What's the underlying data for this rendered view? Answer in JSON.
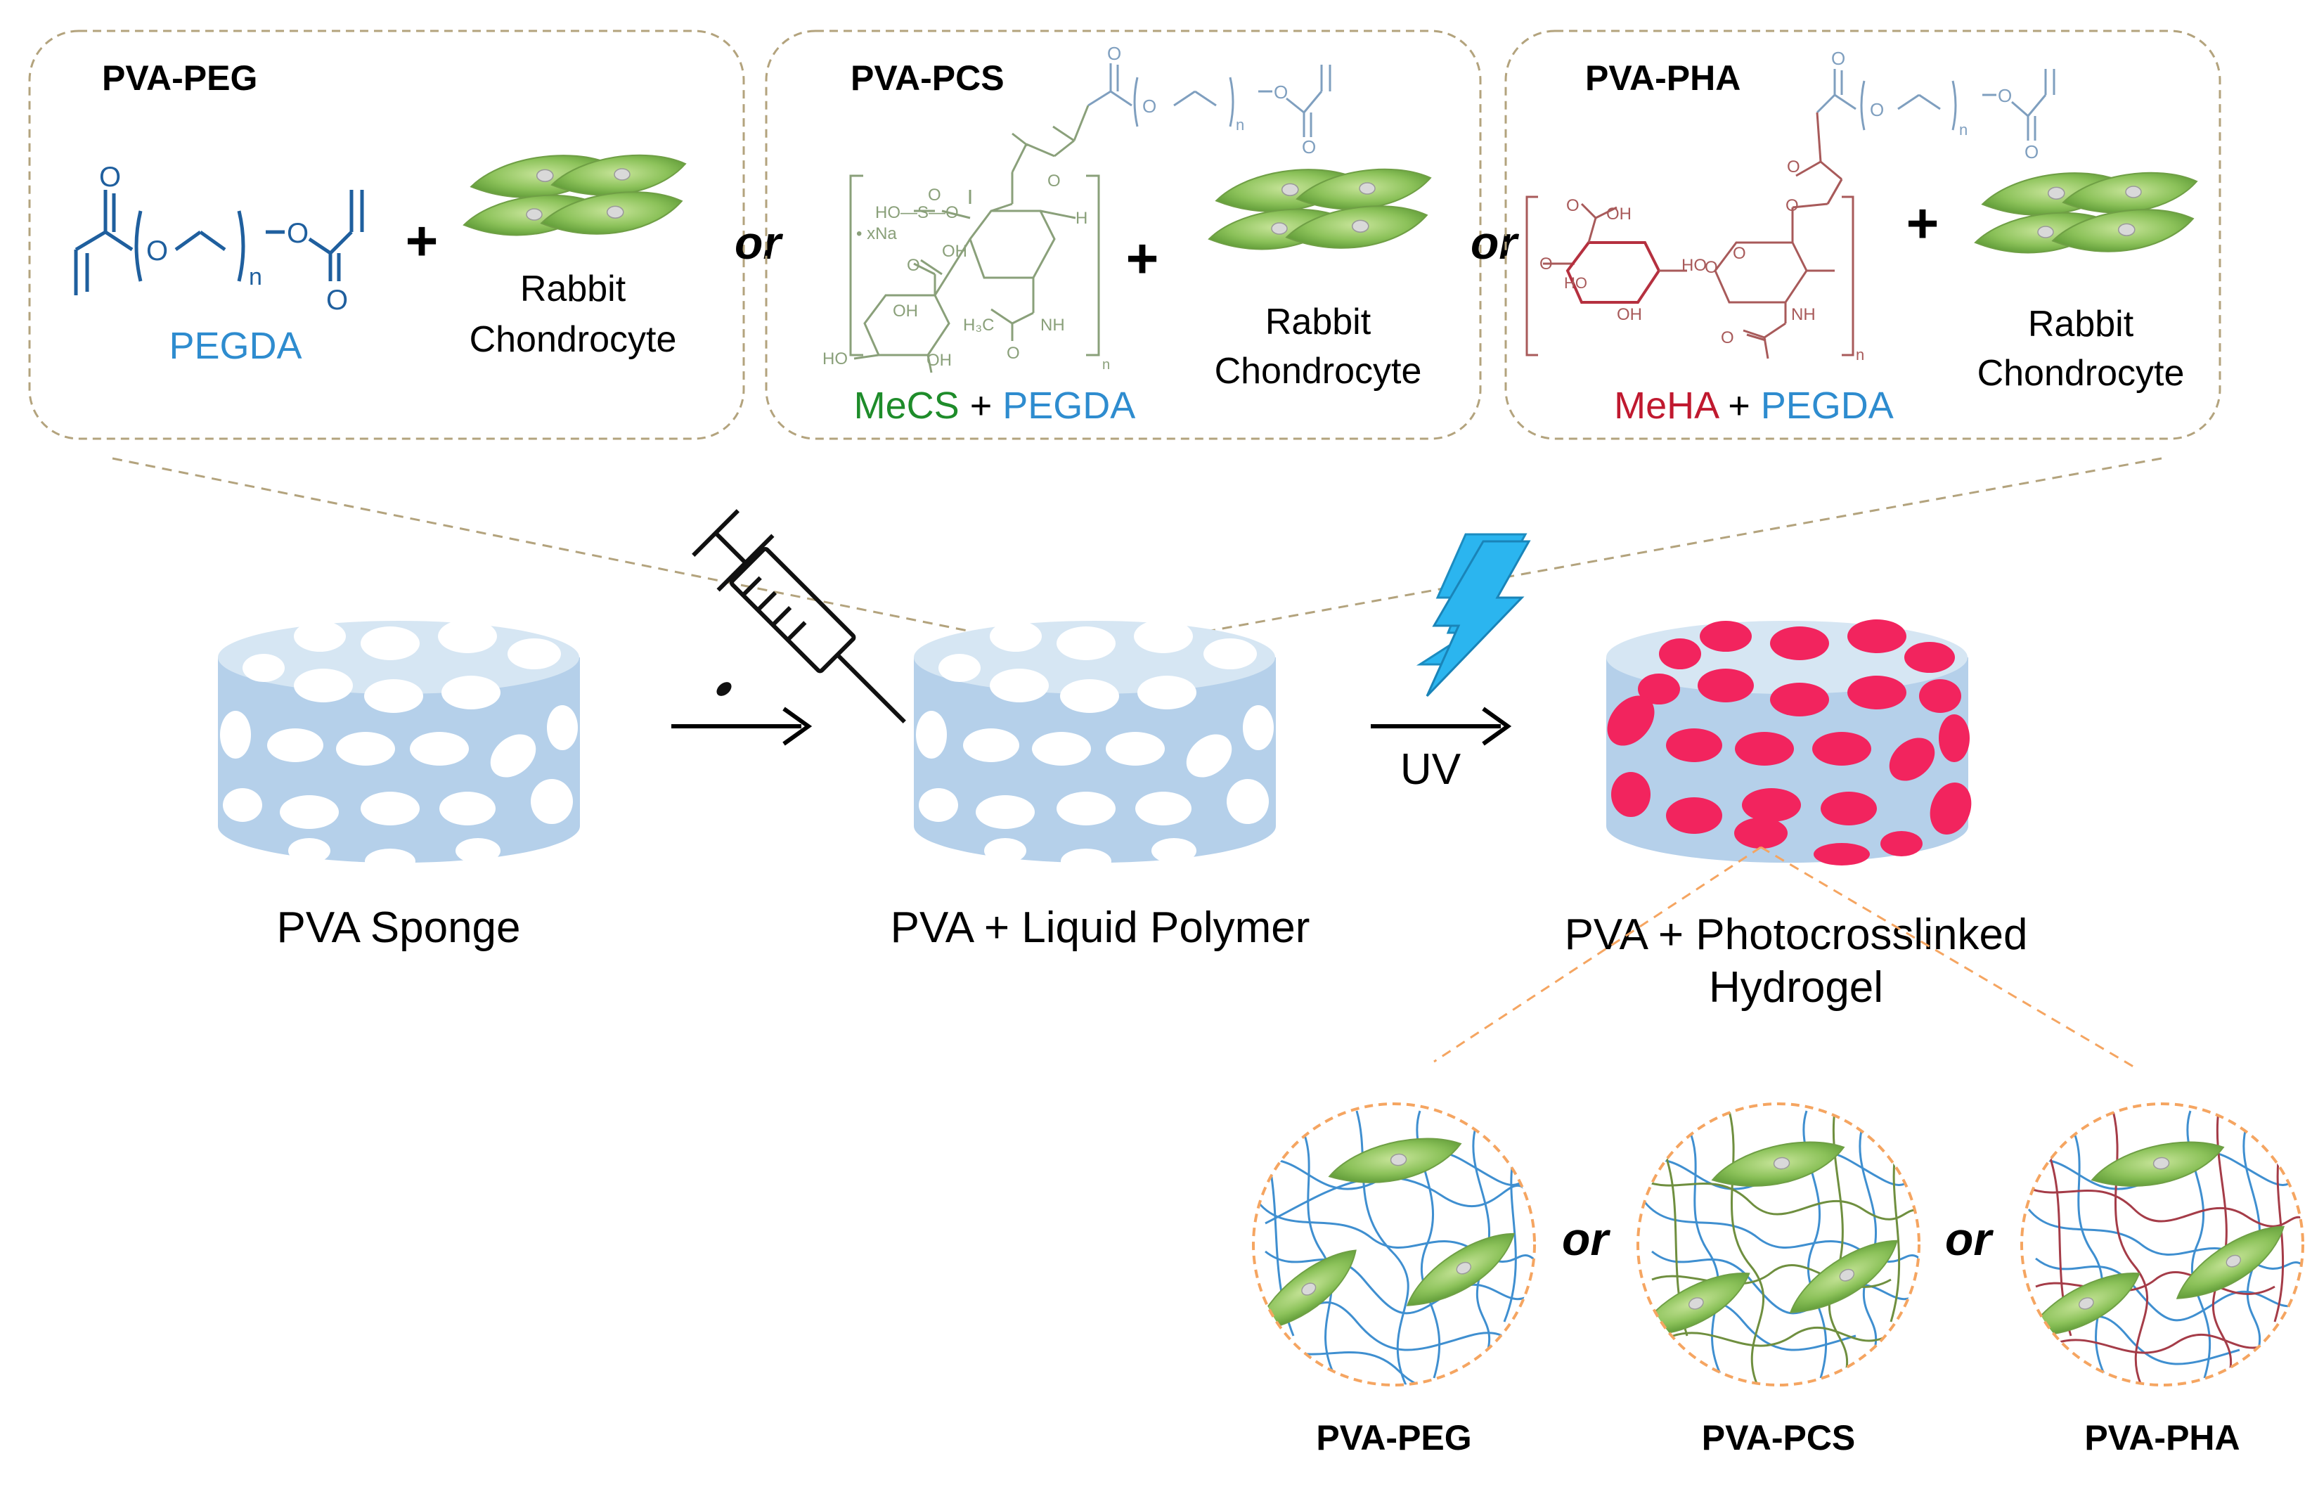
{
  "panels": [
    {
      "id": "peg",
      "title": "PVA-PEG",
      "formula_label": "PEGDA",
      "cell_label_1": "Rabbit",
      "cell_label_2": "Chondrocyte",
      "plus": "+"
    },
    {
      "id": "pcs",
      "title": "PVA-PCS",
      "formula_label_a": "MeCS",
      "formula_join": " + ",
      "formula_label_b": "PEGDA",
      "cell_label_1": "Rabbit",
      "cell_label_2": "Chondrocyte",
      "plus": "+"
    },
    {
      "id": "pha",
      "title": "PVA-PHA",
      "formula_label_a": "MeHA",
      "formula_join": " + ",
      "formula_label_b": "PEGDA",
      "cell_label_1": "Rabbit",
      "cell_label_2": "Chondrocyte",
      "plus": "+"
    }
  ],
  "or_word": "or",
  "chem_text": {
    "n": "n",
    "o": "O",
    "oh": "OH",
    "ho": "HO",
    "nh": "NH",
    "h": "H",
    "xna": "• xNa",
    "sulfo": "HO—S—O",
    "h3c": "H₃C",
    "ho_sulfo_o": "O"
  },
  "process": {
    "step1": "PVA Sponge",
    "step2": "PVA + Liquid Polymer",
    "step3_line1": "PVA + Photocrosslinked",
    "step3_line2": "Hydrogel",
    "uv_label": "UV"
  },
  "bottom": {
    "labels": [
      "PVA-PEG",
      "PVA-PCS",
      "PVA-PHA"
    ]
  },
  "colors": {
    "peg_blue": "#2e8ccf",
    "peg_dark": "#1f5f9e",
    "mecs_green": "#1e8c2a",
    "mecs_struct": "#8aa07a",
    "meha_red": "#c0192f",
    "meha_struct": "#a85a5a",
    "sponge_top": "#d6e6f3",
    "sponge_side": "#b5d0ea",
    "pore_pink": "#f2245e",
    "dashed_tan": "#b3a37d",
    "dashed_orange": "#f5a561",
    "lightning": "#2bb5ef"
  }
}
